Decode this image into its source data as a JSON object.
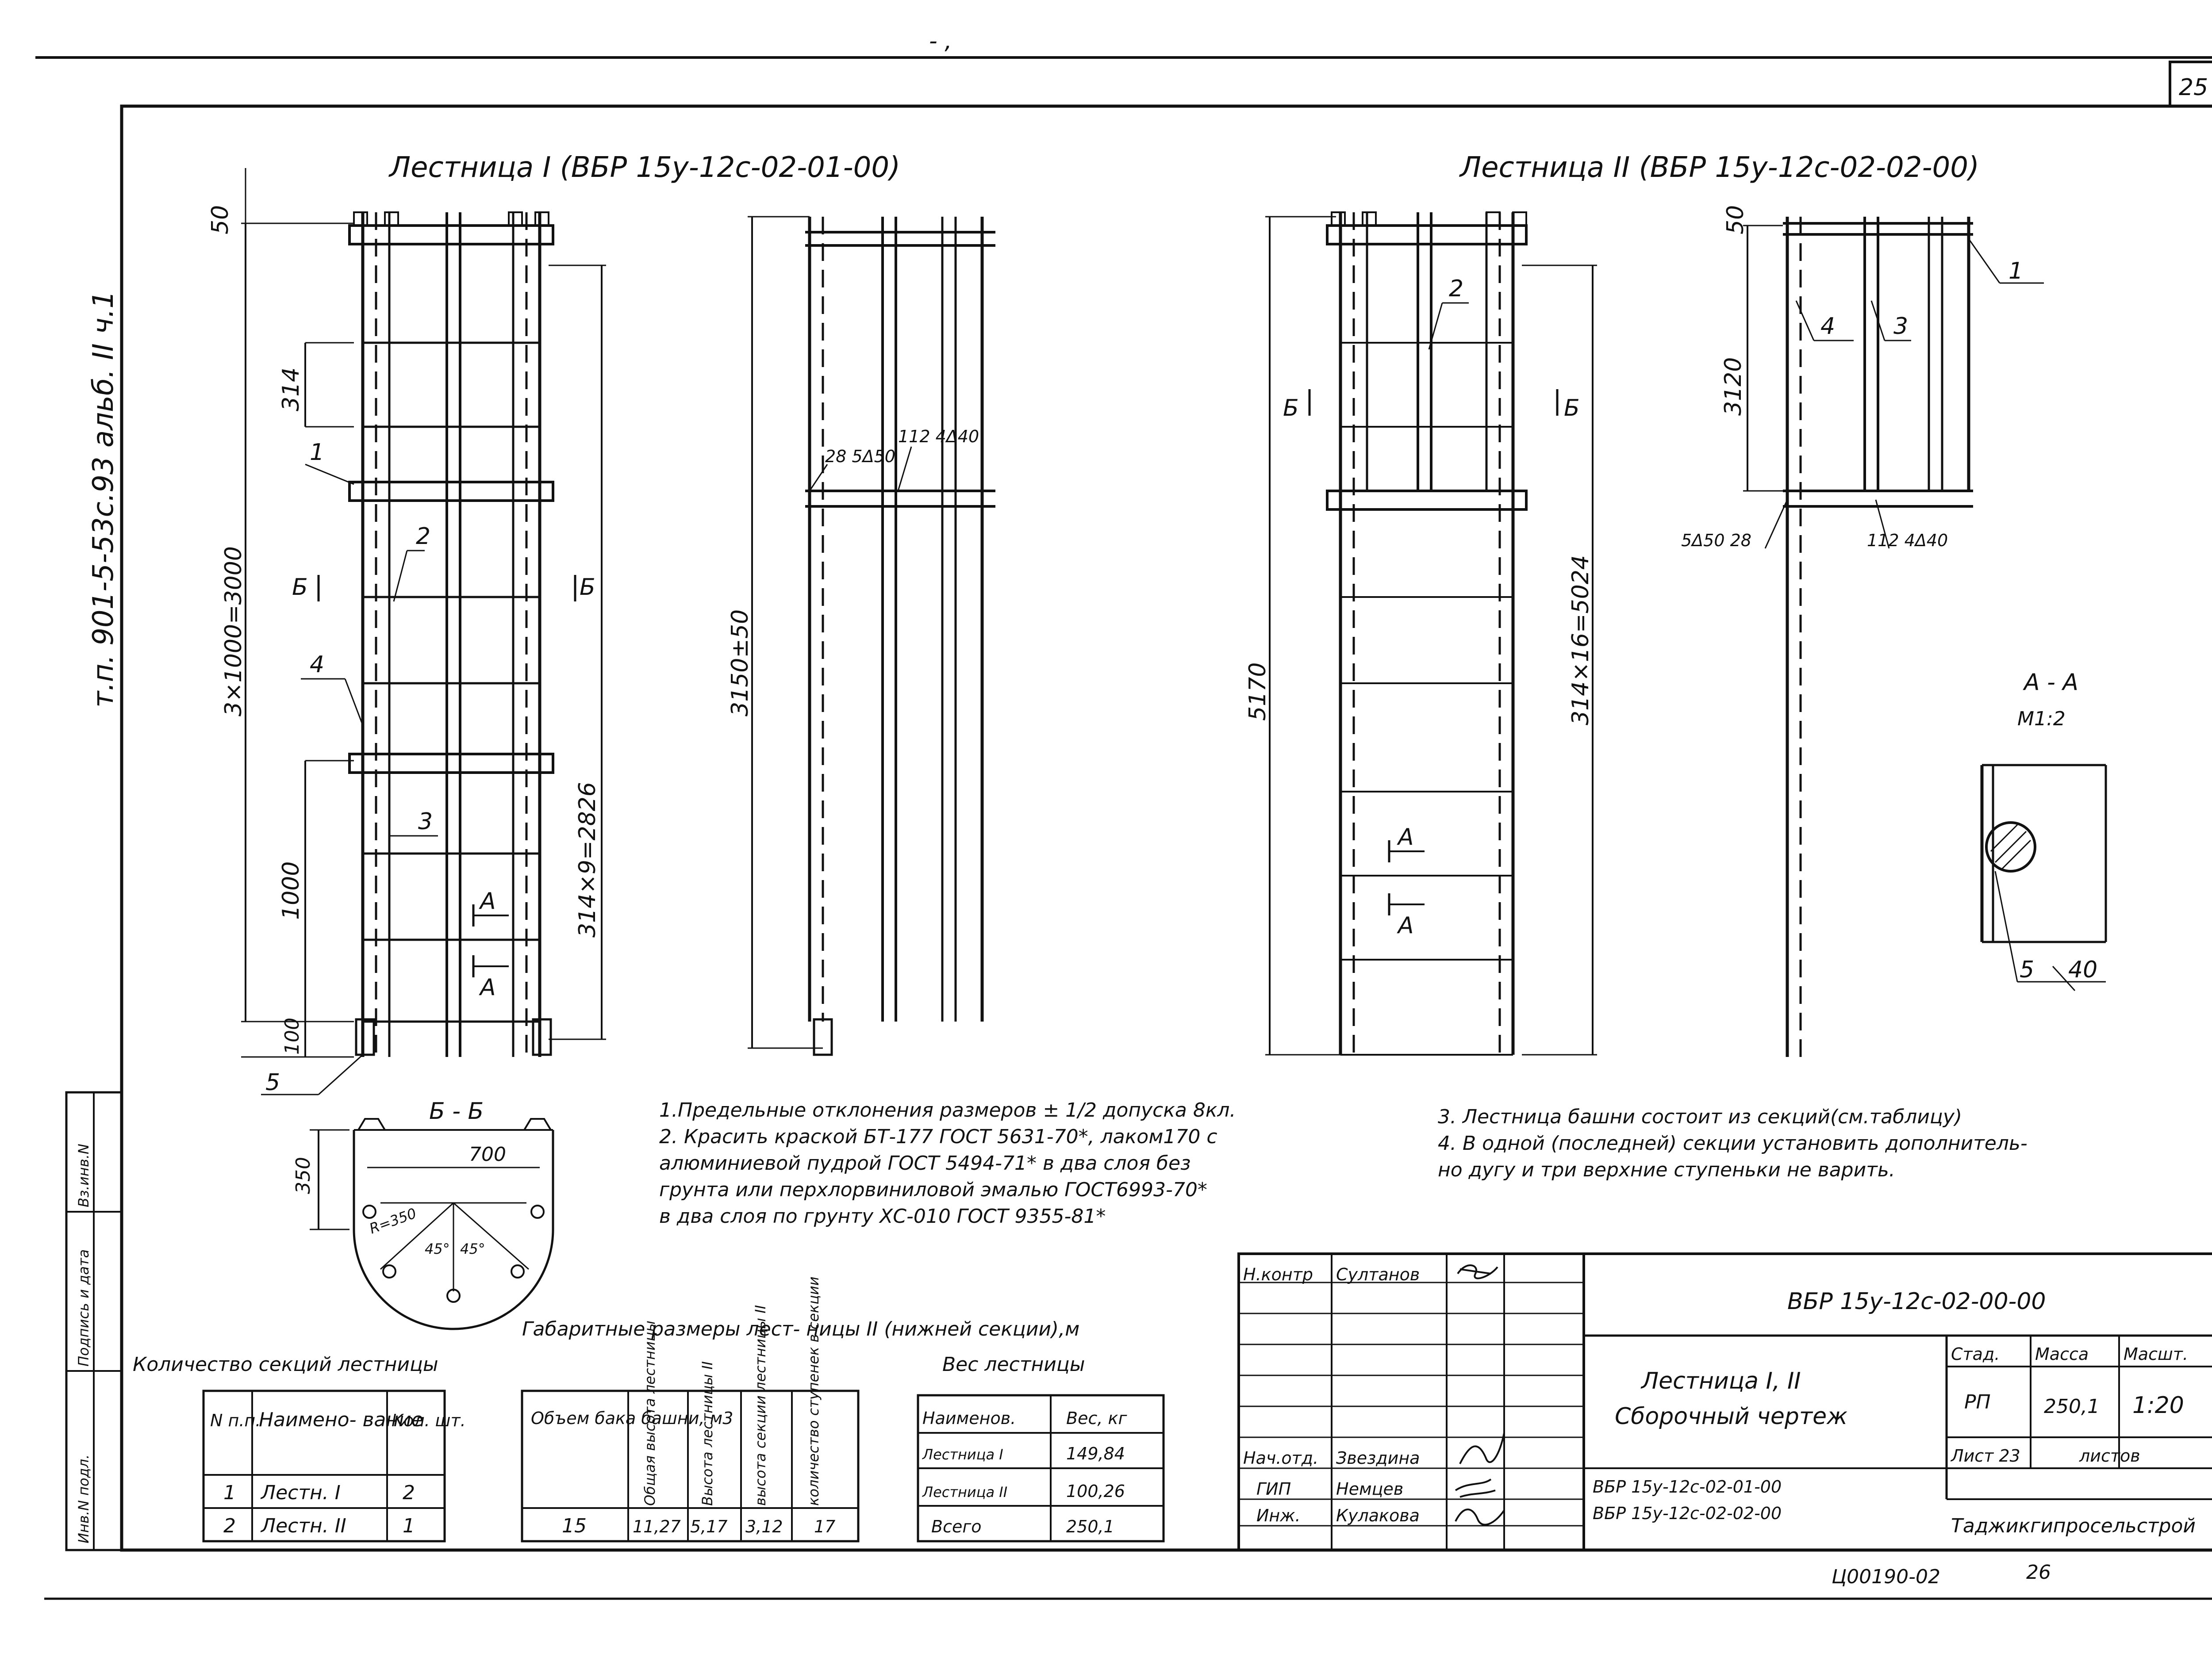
{
  "sheet": {
    "page_number": "25",
    "archive_code": "Ц00190-02",
    "archive_sheet": "26"
  },
  "side_label": "т.п. 901-5-53с.93   альб. II ч.1",
  "left_stamp": [
    "Инв.N подл.",
    "Подпись и дата",
    "Вз.инв.N"
  ],
  "ladder1": {
    "title": "Лестница I (ВБР 15у-12с-02-01-00)",
    "dims": [
      "50",
      "314",
      "3×1000=3000",
      "1000",
      "100",
      "314×9=2826",
      "3150±50"
    ],
    "callouts": [
      "1",
      "2",
      "3",
      "4",
      "5",
      "Б",
      "Б",
      "А",
      "А"
    ],
    "weld1": "28 5Δ50",
    "weld2": "112  4Δ40"
  },
  "ladder2": {
    "title": "Лестница II (ВБР 15у-12с-02-02-00)",
    "dims": [
      "5170",
      "314×16=5024",
      "50",
      "3120"
    ],
    "callouts": [
      "1",
      "2",
      "3",
      "4",
      "Б",
      "Б",
      "А",
      "А"
    ],
    "weld1": "5Δ50 28",
    "weld2": "112  4Δ40"
  },
  "section_aa": {
    "title": "А - А",
    "scale": "М1:2",
    "callout": "5",
    "weld": "40"
  },
  "section_bb": {
    "title": "Б - Б",
    "dims": [
      "350",
      "700",
      "R=350",
      "45°",
      "45°"
    ]
  },
  "notes_left": [
    "1.Предельные отклонения размеров ± 1/2 допуска 8кл.",
    "2. Красить краской БТ-177 ГОСТ 5631-70*, лаком170 с",
    "алюминиевой пудрой ГОСТ 5494-71* в два слоя без",
    "грунта или перхлорвиниловой эмалью ГОСТ6993-70*",
    "в два слоя по грунту ХС-010 ГОСТ 9355-81*"
  ],
  "notes_right": [
    "3. Лестница башни состоит из секций(см.таблицу)",
    "4. В одной (последней) секции установить дополнитель-",
    "но дугу и три верхние ступеньки не варить."
  ],
  "table_sections": {
    "title": "Количество секций лестницы",
    "headers": [
      "N п.п.",
      "Наимено- вание",
      "Кол. шт."
    ],
    "rows": [
      [
        "1",
        "Лестн. I",
        "2"
      ],
      [
        "2",
        "Лестн. II",
        "1"
      ]
    ]
  },
  "table_dims": {
    "title": "Габаритные размеры лест- ницы II (нижней секции),м",
    "headers": [
      "Объем бака башни, м3",
      "Общая высота лестницы",
      "Высота лестницы II",
      "высота секции лестницы II",
      "количество ступенек в секции"
    ],
    "row": [
      "15",
      "11,27",
      "5,17",
      "3,12",
      "17"
    ]
  },
  "table_weight": {
    "title": "Вес лестницы",
    "headers": [
      "Наименов.",
      "Вес, кг"
    ],
    "rows": [
      [
        "Лестница I",
        "149,84"
      ],
      [
        "Лестница II",
        "100,26"
      ],
      [
        "Всего",
        "250,1"
      ]
    ]
  },
  "title_block": {
    "doc_code": "ВБР 15у-12с-02-00-00",
    "title_line1": "Лестница I, II",
    "title_line2": "Сборочный чертеж",
    "stage_label": "Стад.",
    "mass_label": "Масса",
    "scale_label": "Масшт.",
    "stage": "РП",
    "mass": "250,1",
    "scale": "1:20",
    "sheet_label": "Лист 23",
    "sheets_label": "листов",
    "org": "Таджикгипросельстрой",
    "sub_docs": [
      "ВБР 15у-12с-02-01-00",
      "ВБР 15у-12с-02-02-00"
    ],
    "people": [
      {
        "role": "Н.контр",
        "name": "Султанов"
      },
      {
        "role": "Нач.отд.",
        "name": "Звездина"
      },
      {
        "role": "ГИП",
        "name": "Немцев"
      },
      {
        "role": "Инж.",
        "name": "Кулакова"
      }
    ]
  }
}
